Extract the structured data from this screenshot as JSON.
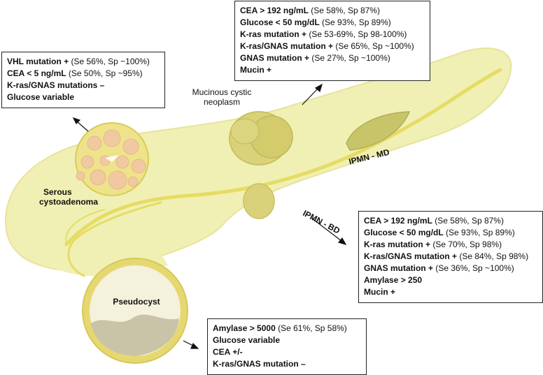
{
  "boxes": {
    "serous": [
      {
        "bold": "VHL mutation +",
        "text": " (Se 56%, Sp ~100%)"
      },
      {
        "bold": "CEA < 5 ng/mL",
        "text": " (Se 50%, Sp ~95%)"
      },
      {
        "bold": "K-ras/GNAS mutations –",
        "text": ""
      },
      {
        "bold": "Glucose variable",
        "text": ""
      }
    ],
    "mucinous": [
      {
        "bold": "CEA > 192 ng/mL",
        "text": " (Se 58%, Sp 87%)"
      },
      {
        "bold": "Glucose < 50 mg/dL",
        "text": " (Se 93%, Sp 89%)"
      },
      {
        "bold": "K-ras mutation +",
        "text": " (Se 53-69%, Sp 98-100%)"
      },
      {
        "bold": "K-ras/GNAS mutation +",
        "text": " (Se 65%, Sp ~100%)"
      },
      {
        "bold": "GNAS mutation +",
        "text": " (Se 27%, Sp ~100%)"
      },
      {
        "bold": "Mucin +",
        "text": ""
      }
    ],
    "ipmn_bd": [
      {
        "bold": "CEA > 192 ng/mL",
        "text": " (Se 58%, Sp 87%)"
      },
      {
        "bold": "Glucose < 50 mg/dL",
        "text": " (Se 93%, Sp 89%)"
      },
      {
        "bold": "K-ras mutation +",
        "text": " (Se 70%, Sp 98%)"
      },
      {
        "bold": "K-ras/GNAS mutation +",
        "text": " (Se 84%, Sp 98%)"
      },
      {
        "bold": "GNAS mutation +",
        "text": " (Se 36%, Sp ~100%)"
      },
      {
        "bold": "Amylase > 250",
        "text": ""
      },
      {
        "bold": "Mucin +",
        "text": ""
      }
    ],
    "pseudocyst": [
      {
        "bold": "Amylase > 5000",
        "text": " (Se 61%, Sp 58%)"
      },
      {
        "bold": "Glucose variable",
        "text": ""
      },
      {
        "bold": "CEA +/-",
        "text": ""
      },
      {
        "bold": "K-ras/GNAS mutation –",
        "text": ""
      }
    ]
  },
  "labels": {
    "mucinous_line1": "Mucinous cystic",
    "mucinous_line2": "neoplasm",
    "serous_line1": "Serous",
    "serous_line2": "cystoadenoma",
    "ipmn_md": "IPMN - MD",
    "ipmn_bd": "IPMN - BD",
    "pseudocyst": "Pseudocyst"
  },
  "colors": {
    "pancreas": "#f0f0b4",
    "duct": "#e6dc64",
    "cyst_fill": "#d9d27a",
    "serous_spots": "#f1c9a0",
    "pseudocyst_fluid": "#c9c3a8"
  }
}
